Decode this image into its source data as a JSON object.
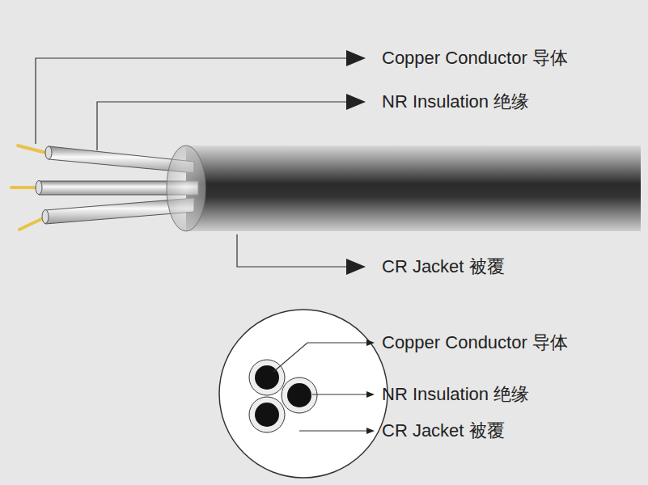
{
  "diagram": {
    "labels": [
      "Copper Conductor 导体",
      "NR Insulation 绝缘",
      "CR Jacket 被覆",
      "Copper Conductor 导体",
      "NR Insulation 绝缘",
      "CR Jacket 被覆"
    ]
  }
}
